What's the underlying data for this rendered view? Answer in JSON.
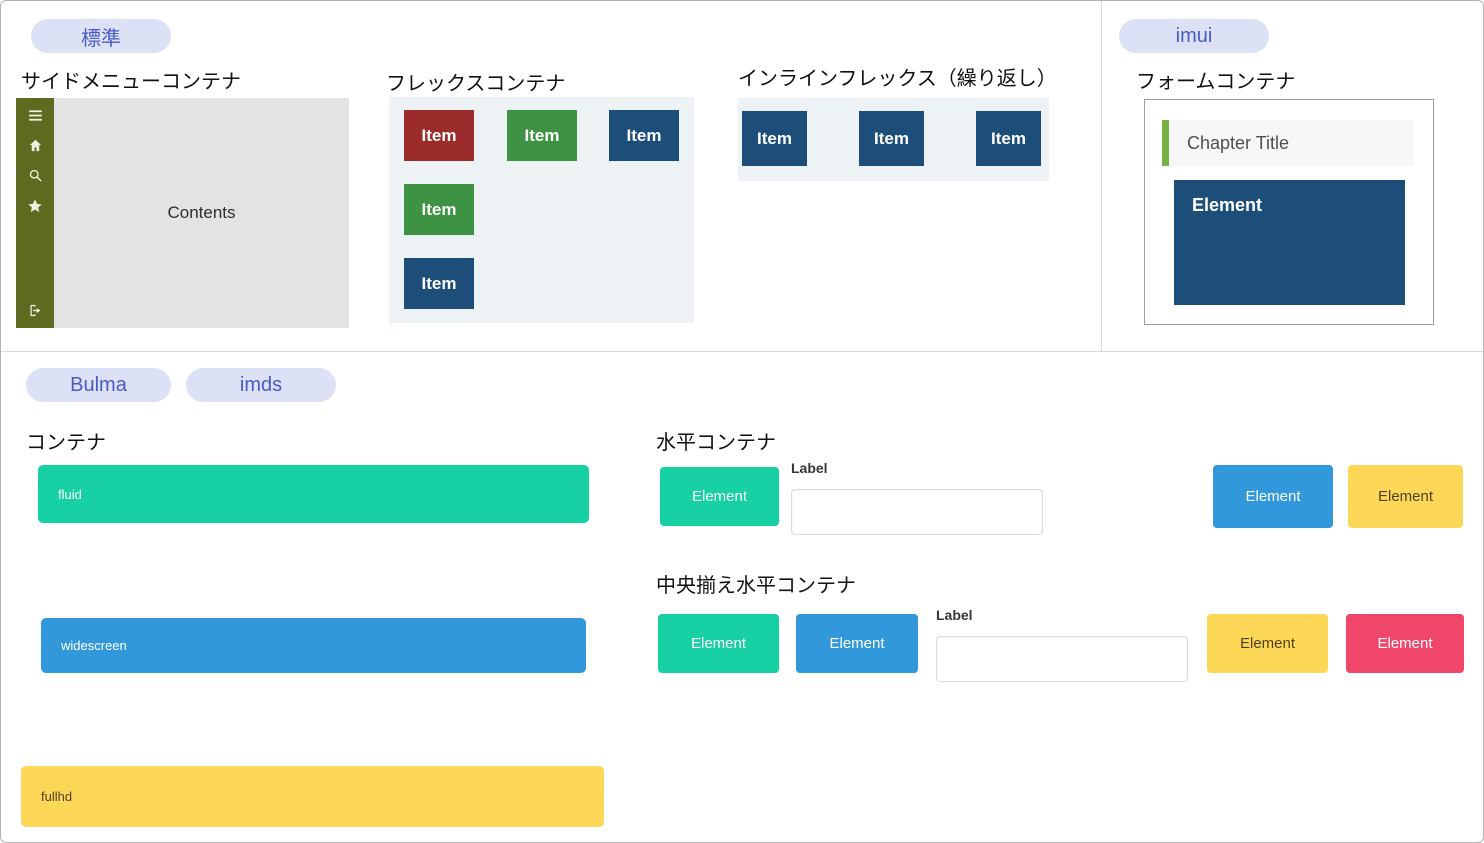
{
  "pills": {
    "standard": "標準",
    "imui": "imui",
    "bulma": "Bulma",
    "imds": "imds"
  },
  "standard": {
    "side_menu": {
      "title": "サイドメニューコンテナ",
      "contents_label": "Contents",
      "sidebar_color": "#5d6b21",
      "icons": [
        "menu-icon",
        "home-icon",
        "search-icon",
        "star-icon",
        "logout-icon"
      ]
    },
    "flex": {
      "title": "フレックスコンテナ",
      "items": [
        {
          "label": "Item",
          "color": "#9c2c2c"
        },
        {
          "label": "Item",
          "color": "#3e9243"
        },
        {
          "label": "Item",
          "color": "#1d4e79"
        },
        {
          "label": "Item",
          "color": "#3e9243"
        },
        {
          "label": "Item",
          "color": "#1d4e79"
        }
      ]
    },
    "inline_flex": {
      "title": "インラインフレックス（繰り返し）",
      "items": [
        {
          "label": "Item",
          "color": "#1d4e79"
        },
        {
          "label": "Item",
          "color": "#1d4e79"
        },
        {
          "label": "Item",
          "color": "#1d4e79"
        }
      ]
    }
  },
  "imui": {
    "form": {
      "title": "フォームコンテナ",
      "chapter_title": "Chapter Title",
      "accent_color": "#76b041",
      "element": {
        "label": "Element",
        "color": "#1d4e79"
      }
    }
  },
  "bulma": {
    "container": {
      "title": "コンテナ",
      "bars": [
        {
          "label": "fluid",
          "color": "#17d0a3",
          "text_color": "#ffffff"
        },
        {
          "label": "widescreen",
          "color": "#3298dc",
          "text_color": "#ffffff"
        },
        {
          "label": "fullhd",
          "color": "#fdd757",
          "text_color": "rgba(0,0,0,0.7)"
        }
      ]
    },
    "horizontal": {
      "title": "水平コンテナ",
      "field_label": "Label",
      "input_value": "",
      "elements": [
        {
          "label": "Element",
          "color": "#17d0a3",
          "text_color": "#ffffff"
        },
        {
          "label": "Element",
          "color": "#3298dc",
          "text_color": "#ffffff"
        },
        {
          "label": "Element",
          "color": "#fdd757",
          "text_color": "rgba(0,0,0,0.7)"
        }
      ]
    },
    "centered": {
      "title": "中央揃え水平コンテナ",
      "field_label": "Label",
      "input_value": "",
      "elements": [
        {
          "label": "Element",
          "color": "#17d0a3",
          "text_color": "#ffffff"
        },
        {
          "label": "Element",
          "color": "#3298dc",
          "text_color": "#ffffff"
        },
        {
          "label": "Element",
          "color": "#fdd757",
          "text_color": "rgba(0,0,0,0.7)"
        },
        {
          "label": "Element",
          "color": "#ef4669",
          "text_color": "#ffffff"
        }
      ]
    }
  }
}
